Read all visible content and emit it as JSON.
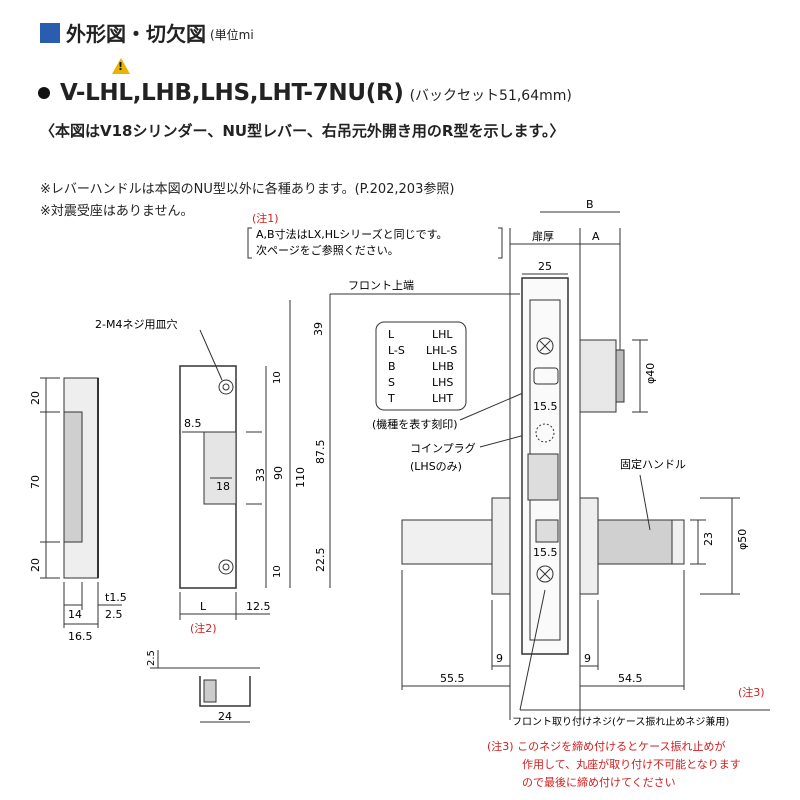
{
  "header": {
    "title": "外形図・切欠図",
    "unit": "(単位mi"
  },
  "model": {
    "name": "V-LHL,LHB,LHS,LHT-7NU(R)",
    "backset": "(バックセット51,64mm)",
    "warning_icon": "warning-triangle-icon"
  },
  "description": "〈本図はV18シリンダー、NU型レバー、右吊元外開き用のR型を示します。〉",
  "notes": [
    "※レバーハンドルは本図のNU型以外に各種あります。(P.202,203参照)",
    "※対震受座はありません。"
  ],
  "annotations": {
    "note1_tag": "(注1)",
    "note1_line1": "A,B寸法はLX,HLシリーズと同じです。",
    "note1_line2": "次ページをご参照ください。",
    "front_top": "フロント上端",
    "screw_hole": "2-M4ネジ用皿穴",
    "coin_plug": "コインプラグ",
    "coin_plug_sub": "(LHSのみ)",
    "fixed_handle": "固定ハンドル",
    "model_mark": "(機種を表す刻印)",
    "note2_tag": "(注2)",
    "note3_tag": "(注3)",
    "front_screw": "フロント取り付けネジ(ケース振れ止めネジ兼用)",
    "note3_body_1": "(注3) このネジを締め付けるとケース振れ止めが",
    "note3_body_2": "作用して、丸座が取り付け不可能となります",
    "note3_body_3": "ので最後に締め付けてください"
  },
  "model_legend": [
    {
      "key": "L",
      "value": "LHL"
    },
    {
      "key": "L-S",
      "value": "LHL-S"
    },
    {
      "key": "B",
      "value": "LHB"
    },
    {
      "key": "S",
      "value": "LHS"
    },
    {
      "key": "T",
      "value": "LHT"
    }
  ],
  "dims": {
    "d20a": "20",
    "d70": "70",
    "d20b": "20",
    "d14": "14",
    "t15": "t1.5",
    "d25": "2.5",
    "d165": "16.5",
    "d25b": "2.5",
    "d24": "24",
    "d85": "8.5",
    "d18": "18",
    "d33": "33",
    "d90": "90",
    "d10a": "10",
    "d10b": "10",
    "d110": "110",
    "d875": "87.5",
    "d39": "39",
    "d225": "22.5",
    "dL": "L",
    "d125": "12.5",
    "dB": "B",
    "dA": "A",
    "door": "扉厚",
    "d25c": "25",
    "phi40": "φ40",
    "phi50": "φ50",
    "d23": "23",
    "d155a": "15.5",
    "d155b": "15.5",
    "d9a": "9",
    "d9b": "9",
    "d555": "55.5",
    "d545": "54.5"
  },
  "colors": {
    "accent": "#2a5db0",
    "note_red": "#d22020",
    "warn": "#e8b400"
  }
}
